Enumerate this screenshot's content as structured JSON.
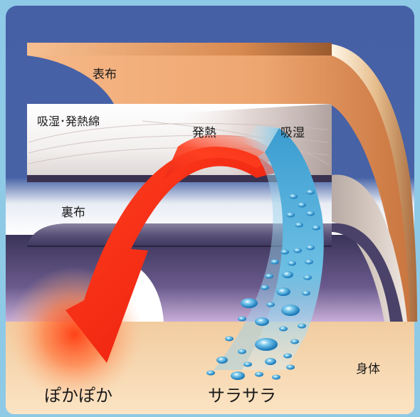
{
  "labels": {
    "outer_fabric": "表布",
    "padding": "吸湿･発熱綿",
    "heat": "発熱",
    "absorb": "吸湿",
    "lining": "裏布",
    "body": "身体",
    "warm": "ぽかぽか",
    "dry": "サラサラ"
  },
  "colors": {
    "frame": "#8ec9e6",
    "sky": "#4a66a8",
    "outer_fabric": "#f0a870",
    "arrow_red": "#ee2a18",
    "water_blue": "#4aa8d8",
    "skin": "#f5d4aa"
  }
}
